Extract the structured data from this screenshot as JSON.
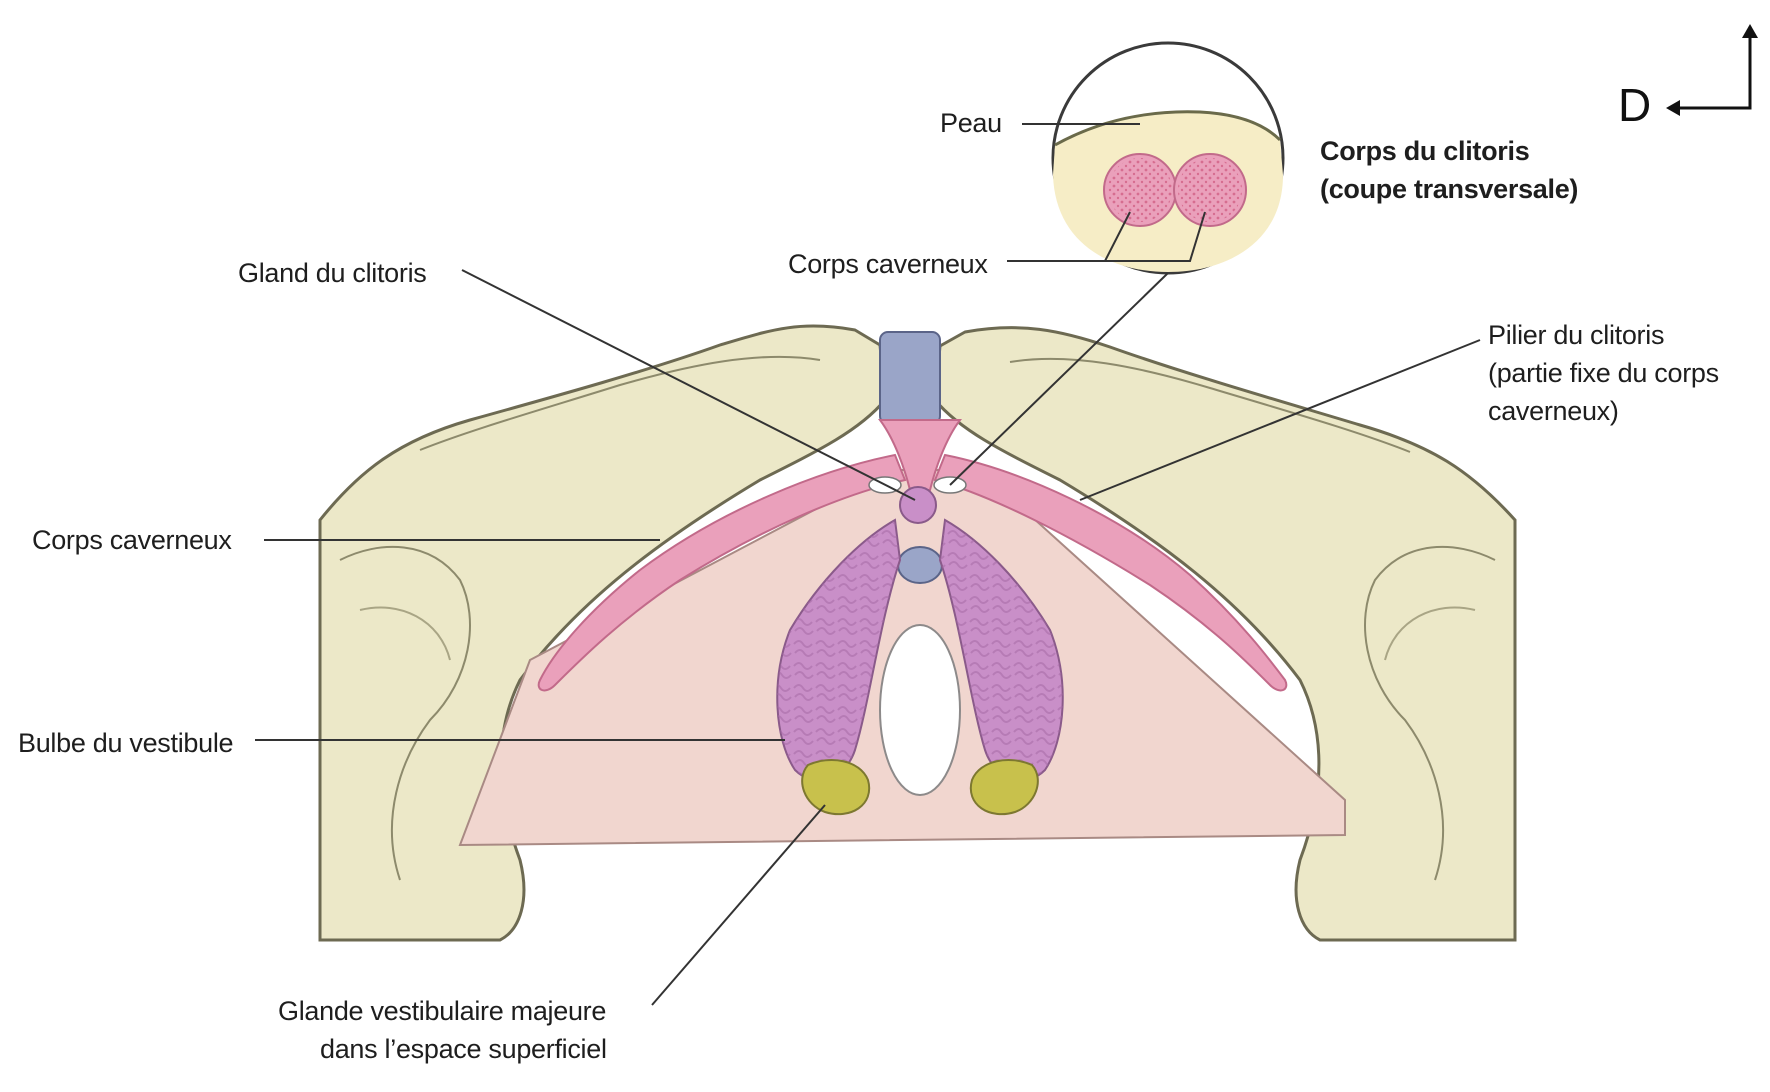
{
  "orientation": {
    "letter": "D",
    "arrow_icon": "corner-arrow-icon"
  },
  "inset": {
    "title_line1": "Corps du clitoris",
    "title_line2": "(coupe transversale)",
    "skin": "Peau",
    "cavernous": "Corps caverneux"
  },
  "labels": {
    "glans": "Gland du clitoris",
    "crus_line1": "Pilier du clitoris",
    "crus_line2": "(partie fixe du corps",
    "crus_line3": "caverneux)",
    "cavernous": "Corps caverneux",
    "bulb": "Bulbe du vestibule",
    "gland_line1": "Glande vestibulaire majeure",
    "gland_line2": "dans l’espace superficiel"
  },
  "colors": {
    "bone": "#ece8c8",
    "bone_edge": "#6d6a52",
    "membrane": "#f1d6cf",
    "erectile_pink": "#eaa0bb",
    "bulb_purple": "#c98fc8",
    "gland_yellow": "#c8c14c",
    "vessel_blue": "#9aa5c8"
  }
}
